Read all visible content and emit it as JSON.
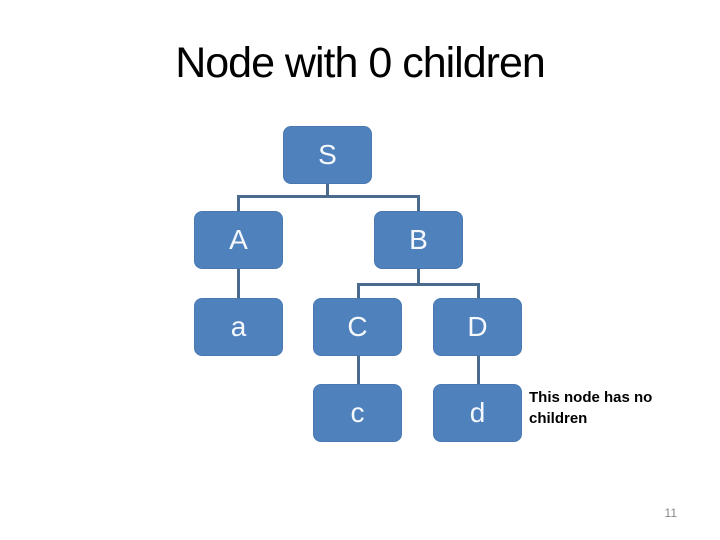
{
  "slide": {
    "title": "Node with 0 children",
    "page_number": "11"
  },
  "tree": {
    "nodes": {
      "S": "S",
      "A": "A",
      "B": "B",
      "a": "a",
      "C": "C",
      "D": "D",
      "c": "c",
      "d": "d"
    },
    "edges": [
      [
        "S",
        "A"
      ],
      [
        "S",
        "B"
      ],
      [
        "A",
        "a"
      ],
      [
        "B",
        "C"
      ],
      [
        "B",
        "D"
      ],
      [
        "C",
        "c"
      ],
      [
        "D",
        "d"
      ]
    ],
    "annotation": {
      "text": "This node has no children",
      "target_node": "d"
    }
  },
  "colors": {
    "node_fill": "#4f81bd",
    "node_text": "#f5f8fc",
    "connector": "#4a6b8d",
    "title_text": "#000000",
    "annotation_text": "#000000",
    "page_number": "#898989",
    "background": "#ffffff"
  }
}
